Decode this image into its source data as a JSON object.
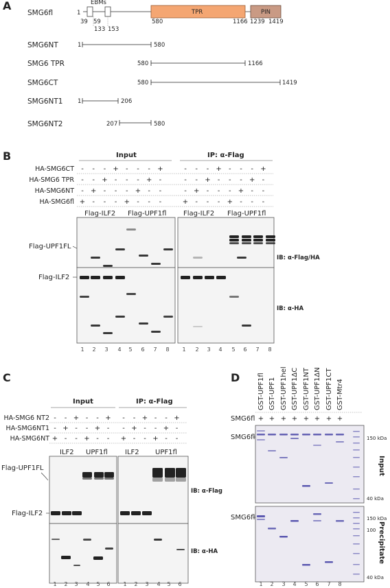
{
  "panel_a": {
    "label": "A",
    "constructs": [
      {
        "name": "SMG6fl",
        "start": "1",
        "end": ""
      },
      {
        "name": "SMG6NT",
        "start": "1",
        "end": "580"
      },
      {
        "name": "SMG6 TPR",
        "start": "580",
        "end": "1166"
      },
      {
        "name": "SMG6CT",
        "start": "580",
        "end": "1419"
      },
      {
        "name": "SMG6NT1",
        "start": "1",
        "end": "206"
      },
      {
        "name": "SMG6NT2",
        "start": "207",
        "end": "580"
      }
    ],
    "ebm_label": "EBMs",
    "tpr_label": "TPR",
    "pin_label": "PIN",
    "positions": {
      "p39": "39",
      "p59": "59",
      "p133": "133",
      "p153": "153",
      "p580": "580",
      "p1166": "1166",
      "p1239": "1239",
      "p1419": "1419"
    },
    "colors": {
      "tpr": "#f4a672",
      "pin": "#c99a84"
    }
  },
  "panel_b": {
    "label": "B",
    "input_header": "Input",
    "ip_header": "IP: α-Flag",
    "rows": [
      {
        "label": "HA-SMG6CT",
        "signs": [
          "-",
          "-",
          "-",
          "+",
          "-",
          "-",
          "-",
          "+",
          "-",
          "-",
          "-",
          "+",
          "-",
          "-",
          "-",
          "+"
        ]
      },
      {
        "label": "HA-SMG6 TPR",
        "signs": [
          "-",
          "-",
          "+",
          "-",
          "-",
          "-",
          "+",
          "-",
          "-",
          "-",
          "+",
          "-",
          "-",
          "-",
          "+",
          "-"
        ]
      },
      {
        "label": "HA-SMG6NT",
        "signs": [
          "-",
          "+",
          "-",
          "-",
          "-",
          "+",
          "-",
          "-",
          "-",
          "+",
          "-",
          "-",
          "-",
          "+",
          "-",
          "-"
        ]
      },
      {
        "label": "HA-SMG6fl",
        "signs": [
          "+",
          "-",
          "-",
          "-",
          "+",
          "-",
          "-",
          "-",
          "+",
          "-",
          "-",
          "-",
          "+",
          "-",
          "-",
          "-"
        ]
      }
    ],
    "groups": [
      "Flag-ILF2",
      "Flag-UPF1fl",
      "Flag-ILF2",
      "Flag-UPF1fl"
    ],
    "side_labels": [
      "Flag-UPF1FL",
      "Flag-ILF2"
    ],
    "ib_labels": [
      "IB: α-Flag/HA",
      "IB: α-HA"
    ],
    "lanes": [
      "1",
      "2",
      "3",
      "4",
      "5",
      "6",
      "7",
      "8"
    ]
  },
  "panel_c": {
    "label": "C",
    "input_header": "Input",
    "ip_header": "IP: α-Flag",
    "rows": [
      {
        "label": "HA-SMG6 NT2",
        "signs": [
          "-",
          "-",
          "+",
          "-",
          "-",
          "+",
          "-",
          "-",
          "+",
          "-",
          "-",
          "+"
        ]
      },
      {
        "label": "HA-SMG6NT1",
        "signs": [
          "-",
          "+",
          "-",
          "-",
          "+",
          "-",
          "-",
          "+",
          "-",
          "-",
          "+",
          "-"
        ]
      },
      {
        "label": "HA-SMG6NT",
        "signs": [
          "+",
          "-",
          "-",
          "+",
          "-",
          "-",
          "+",
          "-",
          "-",
          "+",
          "-",
          "-"
        ]
      }
    ],
    "groups": [
      "ILF2",
      "UPF1fl",
      "ILF2",
      "UPF1fl"
    ],
    "side_labels": [
      "Flag-UPF1FL",
      "Flag-ILF2"
    ],
    "ib_labels": [
      "IB: α-Flag",
      "IB: α-HA"
    ],
    "lanes": [
      "1",
      "2",
      "3",
      "4",
      "5",
      "6"
    ]
  },
  "panel_d": {
    "label": "D",
    "columns": [
      "GST-UPF1fl",
      "GST-UPF1",
      "GST-UPF1hel",
      "GST-UPF1ΔC",
      "GST-UPF1NT",
      "GST-UPF1ΔN",
      "GST-UPF1CT",
      "GST-Mtr4"
    ],
    "smg6_row": {
      "label": "SMG6fl",
      "signs": [
        "+",
        "+",
        "+",
        "+",
        "+",
        "+",
        "+",
        "+"
      ]
    },
    "band_label": "SMG6fl",
    "markers": [
      "150 kDa",
      "100",
      "40 kDa"
    ],
    "side_labels": [
      "Input",
      "Precipitate"
    ],
    "lanes": [
      "1",
      "2",
      "3",
      "4",
      "5",
      "6",
      "7",
      "8"
    ]
  }
}
